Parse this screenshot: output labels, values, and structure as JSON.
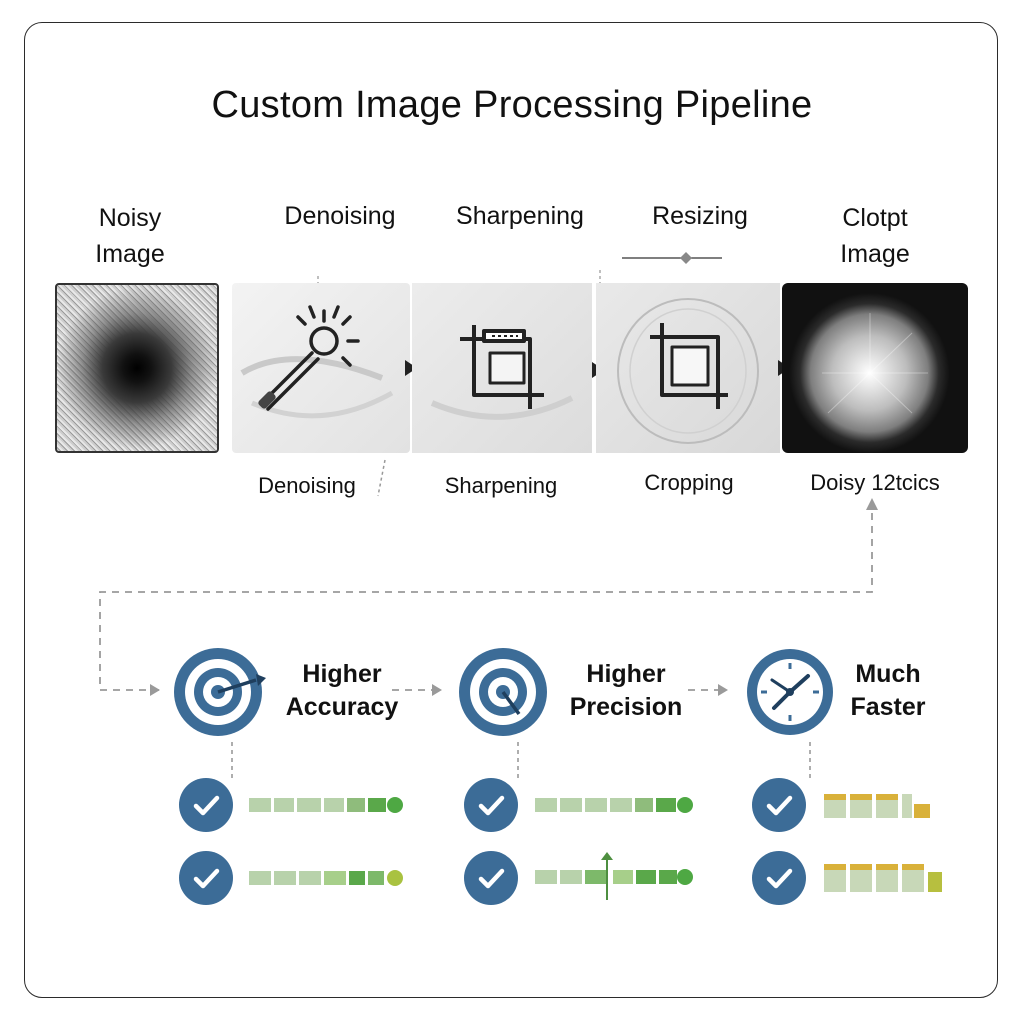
{
  "title": "Custom Image Processing Pipeline",
  "stages": [
    {
      "id": "noisy",
      "label_line1": "Noisy",
      "label_line2": "Image"
    },
    {
      "id": "denoising",
      "label_top": "Denoising",
      "label_bottom": "Denoising",
      "icon": "magic-wand-icon"
    },
    {
      "id": "sharpening",
      "label_top": "Sharpening",
      "label_bottom": "Sharpening",
      "icon": "crop-frame-icon"
    },
    {
      "id": "resizing",
      "label_top": "Resizing",
      "label_bottom": "Cropping",
      "icon": "crop-frame-icon"
    },
    {
      "id": "output",
      "label_line1": "Clotpt",
      "label_line2": "Image",
      "label_bottom": "Doisy 12tcics"
    }
  ],
  "outcomes": [
    {
      "id": "accuracy",
      "line1": "Higher",
      "line2": "Accuracy",
      "icon": "target-dart-icon"
    },
    {
      "id": "precision",
      "line1": "Higher",
      "line2": "Precision",
      "icon": "target-icon"
    },
    {
      "id": "faster",
      "line1": "Much",
      "line2": "Faster",
      "icon": "clock-icon"
    }
  ],
  "colors": {
    "accent_blue": "#3c6c97",
    "bar_green": "#5aa84a",
    "bar_light_green": "#a9c99a",
    "bar_yellow": "#d9b13a",
    "frame": "#2b2b2b"
  }
}
